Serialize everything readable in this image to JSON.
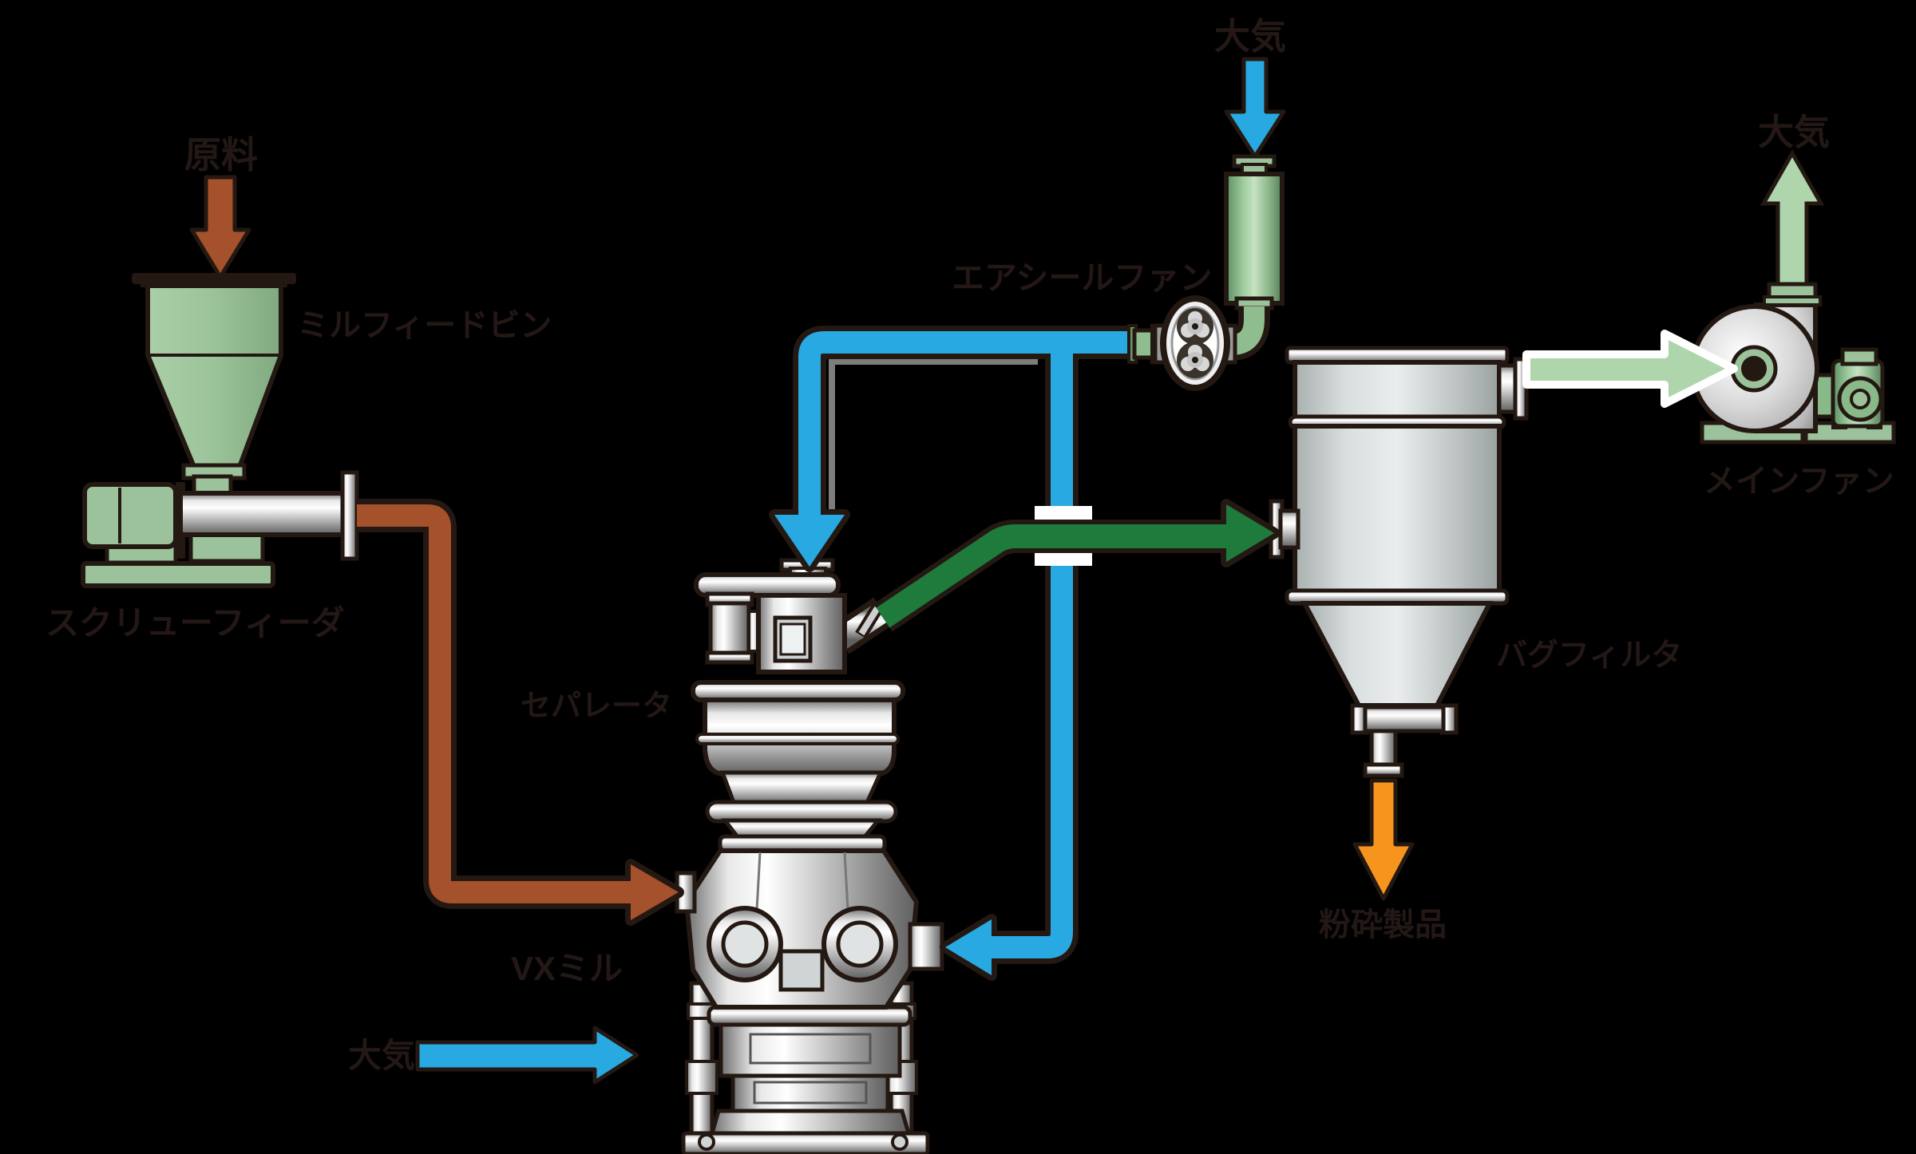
{
  "labels": {
    "raw_material": "原料",
    "mill_feed_bin": "ミルフィードビン",
    "screw_feeder": "スクリューフィーダ",
    "separator": "セパレータ",
    "vx_mill": "VXミル",
    "air_mill_inlet": "大気",
    "air_seal_fan": "エアシールファン",
    "air_seal_intake": "大気",
    "bag_filter": "バグフィルタ",
    "main_fan": "メインファン",
    "air_exhaust": "大気",
    "ground_product": "粉砕製品"
  },
  "colors": {
    "background": "#000000",
    "raw_material_flow": "#A4512C",
    "air_flow": "#29A9E1",
    "product_air_flow": "#1E7B3C",
    "product_discharge": "#F7941E",
    "atmosphere_flow": "#AFD5AC",
    "equipment_green": "#9BC29A",
    "outline": "#241812"
  }
}
